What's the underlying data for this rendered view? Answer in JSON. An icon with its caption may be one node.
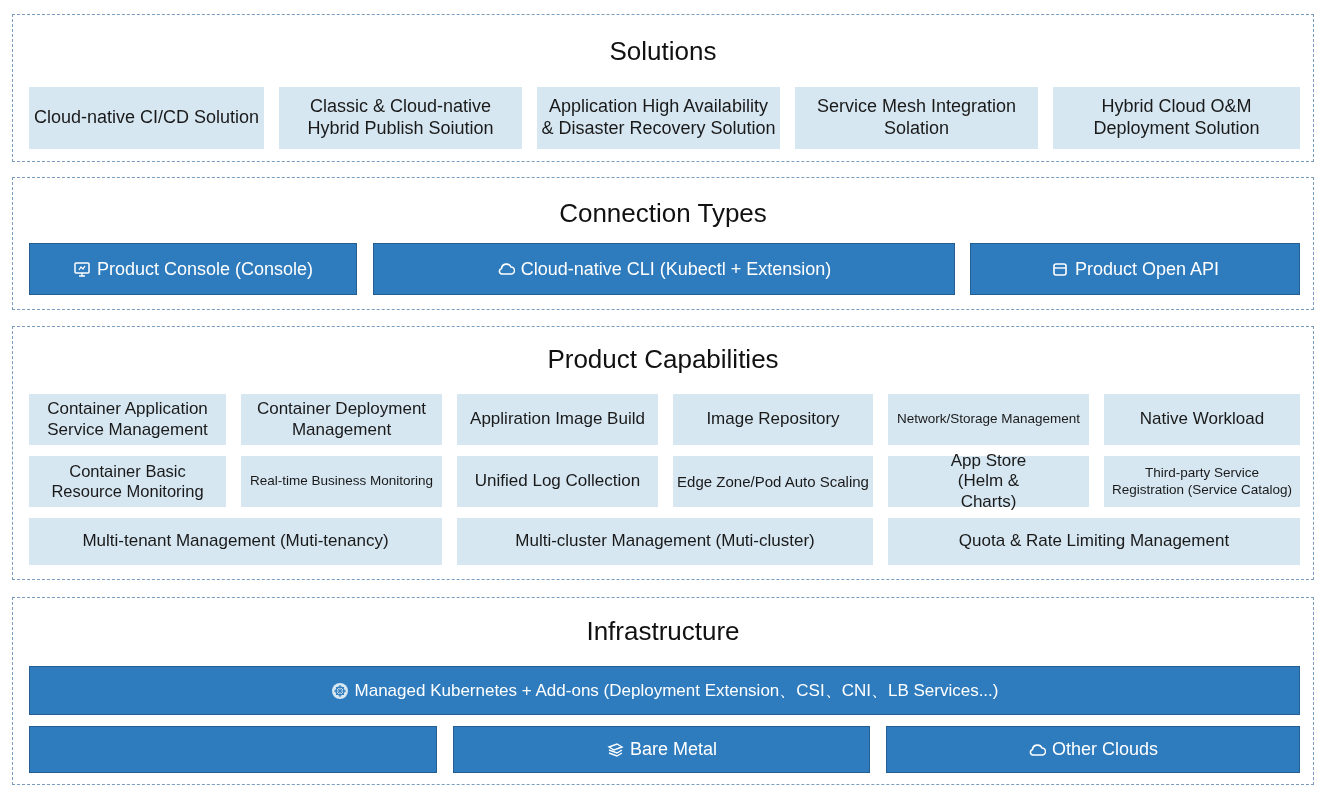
{
  "diagram": {
    "nodes": [
      {
        "text": [
          "Solutions"
        ]
      },
      {
        "text": [
          "Cloud-native CI/CD Solution"
        ],
        "in": 0
      },
      {
        "text": [
          "Classic & Cloud-native Hybrid Publish Soiution"
        ],
        "in": 0
      },
      {
        "text": [
          "Application High Availability & Disaster Recovery Solution"
        ],
        "in": 0
      },
      {
        "text": [
          "Service Mesh Integration Solation"
        ],
        "in": 0
      },
      {
        "text": [
          "Hybrid Cloud O&M Deployment Solution"
        ],
        "in": 0
      },
      {
        "text": [
          "Connection Types"
        ]
      },
      {
        "text": [
          "Product Console (Console)"
        ],
        "in": 6
      },
      {
        "text": [
          "Cloud-native CLI (Kubectl + Extension)"
        ],
        "in": 6
      },
      {
        "text": [
          "Product Open API"
        ],
        "in": 6
      },
      {
        "text": [
          "Product Capabilities"
        ]
      },
      {
        "text": [
          "Container Application Service Management"
        ],
        "in": 10
      },
      {
        "text": [
          "Container Deployment Management"
        ],
        "in": 10
      },
      {
        "text": [
          "Appliration Image Build"
        ],
        "in": 10
      },
      {
        "text": [
          "Image Repository"
        ],
        "in": 10
      },
      {
        "text": [
          "Network/Storage Management"
        ],
        "in": 10
      },
      {
        "text": [
          "Native Workload"
        ],
        "in": 10
      },
      {
        "text": [
          "Container Basic Resource Monitoring"
        ],
        "in": 10
      },
      {
        "text": [
          "Real-time Business Monitoring"
        ],
        "in": 10
      },
      {
        "text": [
          "Unified Log Collection"
        ],
        "in": 10
      },
      {
        "text": [
          "Edge Zone/Pod Auto Scaling"
        ],
        "in": 10
      },
      {
        "text": [
          "App Store (Helm & Charts)"
        ],
        "in": 10
      },
      {
        "text": [
          "Third-party Service Registration (Service Catalog)"
        ],
        "in": 10
      },
      {
        "text": [
          "Multi-tenant Management (Muti-tenancy)"
        ],
        "in": 10
      },
      {
        "text": [
          "Multi-cluster Management (Muti-cluster)"
        ],
        "in": 10
      },
      {
        "text": [
          "Quota & Rate Limiting Management"
        ],
        "in": 10
      },
      {
        "text": [
          "Infrastructure"
        ]
      },
      {
        "text": [
          "Managed Kubernetes + Add-ons (Deployment Extension、CSI、CNI、LB Services...)"
        ],
        "in": 26
      },
      {
        "text": [],
        "shape": "box",
        "in": 26
      },
      {
        "text": [
          "Bare Metal"
        ],
        "in": 26
      },
      {
        "text": [
          "Other Clouds"
        ],
        "in": 26
      }
    ]
  }
}
